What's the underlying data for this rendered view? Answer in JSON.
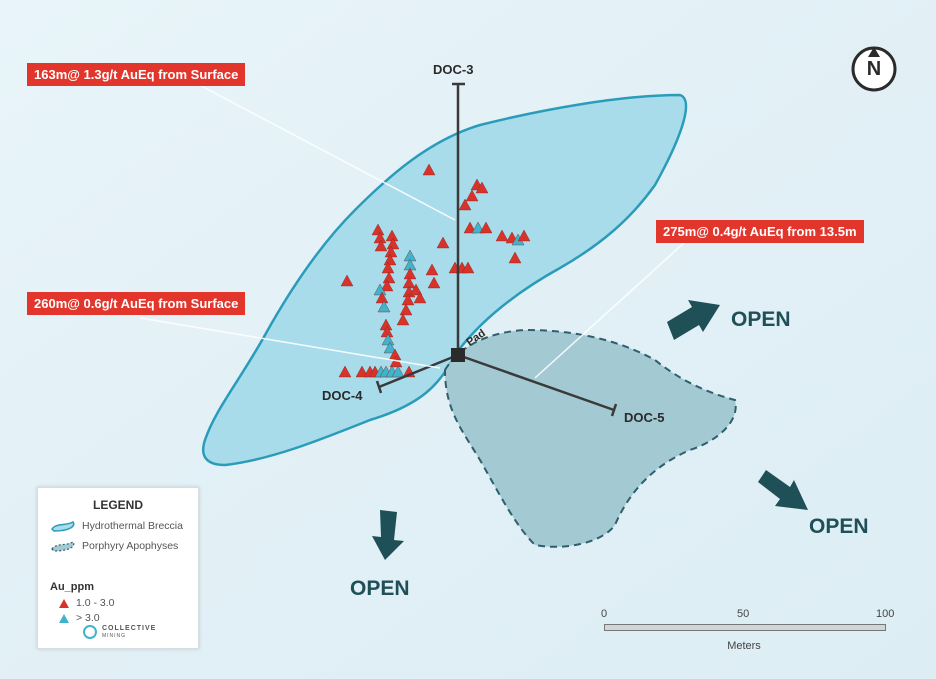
{
  "callouts": {
    "doc3": "163m@ 1.3g/t AuEq from Surface",
    "doc5": "275m@ 0.4g/t AuEq from 13.5m",
    "doc4": "260m@ 0.6g/t AuEq from Surface"
  },
  "drillholes": {
    "doc3": "DOC-3",
    "doc4": "DOC-4",
    "doc5": "DOC-5",
    "pad": "Pad"
  },
  "open_label": "OPEN",
  "north_label": "N",
  "legend": {
    "title": "LEGEND",
    "items": [
      "Hydrothermal Breccia",
      "Porphyry Apophyses"
    ],
    "au_title": "Au_ppm",
    "au_ranges": [
      "1.0 - 3.0",
      "> 3.0"
    ],
    "logo": "COLLECTIVE",
    "logo_sub": "MINING"
  },
  "scale": {
    "ticks": [
      "0",
      "50",
      "100"
    ],
    "unit": "Meters"
  },
  "colors": {
    "breccia": "#a9dcea",
    "porphyry": "#a3c9d3",
    "low": "#d9322b",
    "high": "#3fb4cc",
    "callout": "#e2362d",
    "open": "#1f4f57"
  }
}
